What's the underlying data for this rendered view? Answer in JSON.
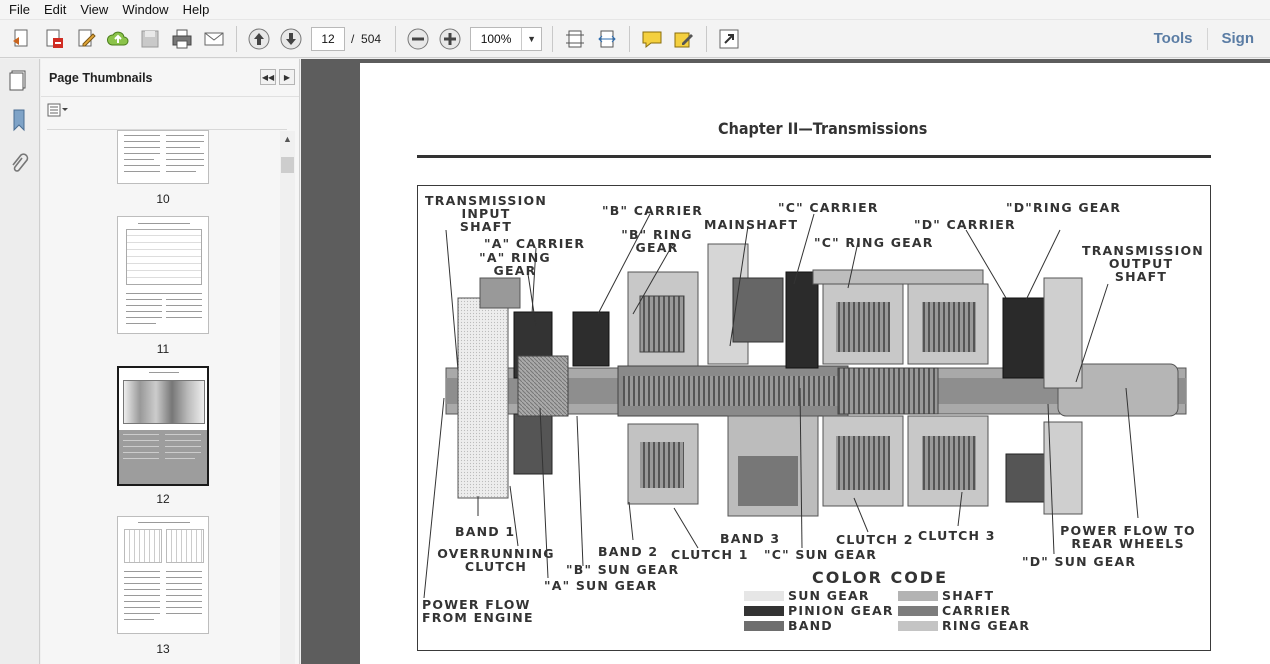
{
  "menu": [
    "File",
    "Edit",
    "View",
    "Window",
    "Help"
  ],
  "toolbar": {
    "current_page": "12",
    "page_separator": "/",
    "total_pages": "504",
    "zoom": "100%",
    "tools_label": "Tools",
    "sign_label": "Sign"
  },
  "thumbnails_panel": {
    "title": "Page Thumbnails",
    "pages": [
      {
        "label": "10"
      },
      {
        "label": "11"
      },
      {
        "label": "12",
        "selected": true
      },
      {
        "label": "13"
      }
    ]
  },
  "document": {
    "chapter_title": "Chapter II—Transmissions",
    "diagram_labels": {
      "transmission_input_shaft": [
        "TRANSMISSION",
        "INPUT",
        "SHAFT"
      ],
      "a_carrier": "\"A\" CARRIER",
      "a_ring_gear": [
        "\"A\" RING",
        "GEAR"
      ],
      "b_carrier": "\"B\" CARRIER",
      "b_ring_gear": [
        "\"B\" RING",
        "GEAR"
      ],
      "mainshaft": "MAINSHAFT",
      "c_carrier": "\"C\" CARRIER",
      "c_ring_gear": "\"C\" RING GEAR",
      "d_carrier": "\"D\" CARRIER",
      "d_ring_gear": "\"D\"RING GEAR",
      "transmission_output_shaft": [
        "TRANSMISSION",
        "OUTPUT",
        "SHAFT"
      ],
      "band_1": "BAND 1",
      "overrunning_clutch": [
        "OVERRUNNING",
        "CLUTCH"
      ],
      "b_sun_gear": "\"B\" SUN GEAR",
      "a_sun_gear": "\"A\" SUN GEAR",
      "band_2": "BAND 2",
      "clutch_1": "CLUTCH 1",
      "band_3": "BAND 3",
      "c_sun_gear": "\"C\" SUN GEAR",
      "clutch_2": "CLUTCH 2",
      "clutch_3": "CLUTCH 3",
      "d_sun_gear": "\"D\" SUN GEAR",
      "power_flow_rear": [
        "POWER FLOW TO",
        "REAR WHEELS"
      ],
      "power_flow_engine": [
        "POWER FLOW",
        "FROM ENGINE"
      ]
    },
    "color_code": {
      "title": "COLOR CODE",
      "items": [
        {
          "label": "SUN GEAR",
          "color": "#e6e6e6"
        },
        {
          "label": "PINION GEAR",
          "color": "#333333"
        },
        {
          "label": "BAND",
          "color": "#6e6e6e"
        },
        {
          "label": "SHAFT",
          "color": "#b3b3b3"
        },
        {
          "label": "CARRIER",
          "color": "#7d7d7d"
        },
        {
          "label": "RING GEAR",
          "color": "#c4c4c4"
        }
      ]
    }
  }
}
